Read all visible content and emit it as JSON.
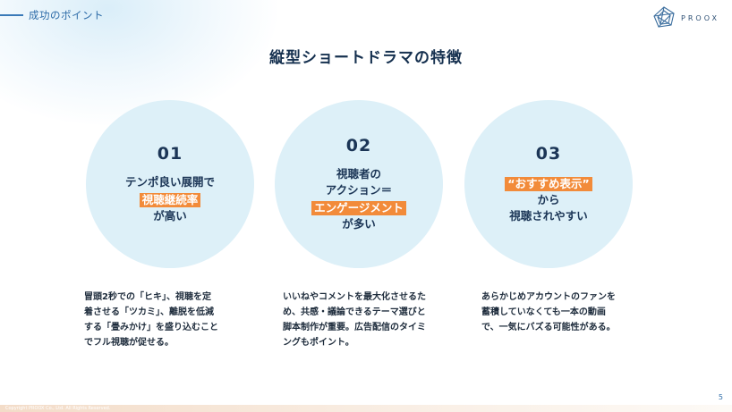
{
  "header": {
    "section_label": "成功のポイント"
  },
  "logo": {
    "text": "PROOX"
  },
  "title": "縦型ショートドラマの特徴",
  "cards": [
    {
      "number": "01",
      "line1": "テンポ良い展開で",
      "highlight": "視聴継続率",
      "line2": "が高い",
      "description": [
        "冒頭2秒での「ヒキ」、視聴を定",
        "着させる「ツカミ」、離脱を低減",
        "する「畳みかけ」を盛り込むこと",
        "でフル視聴が促せる。"
      ]
    },
    {
      "number": "02",
      "line1": "視聴者の",
      "line1b": "アクション＝",
      "highlight": "エンゲージメント",
      "line2": "が多い",
      "description": [
        "いいねやコメントを最大化させるた",
        "め、共感・議論できるテーマ選びと",
        "脚本制作が重要。広告配信のタイミ",
        "ングもポイント。"
      ]
    },
    {
      "number": "03",
      "highlight": "“おすすめ表示”",
      "line1": "から",
      "line2": "視聴されやすい",
      "description": [
        "あらかじめアカウントのファンを",
        "蓄積していなくても一本の動画",
        "で、一気にバズる可能性がある。"
      ]
    }
  ],
  "footer": {
    "copyright": "Copyright  PROOX Co., Ltd. All Rights Reserved.",
    "page_number": "5"
  },
  "colors": {
    "accent": "#f28b3a",
    "circle": "#ddf0f8",
    "heading": "#15304f",
    "brand_blue": "#2b6aa7"
  }
}
